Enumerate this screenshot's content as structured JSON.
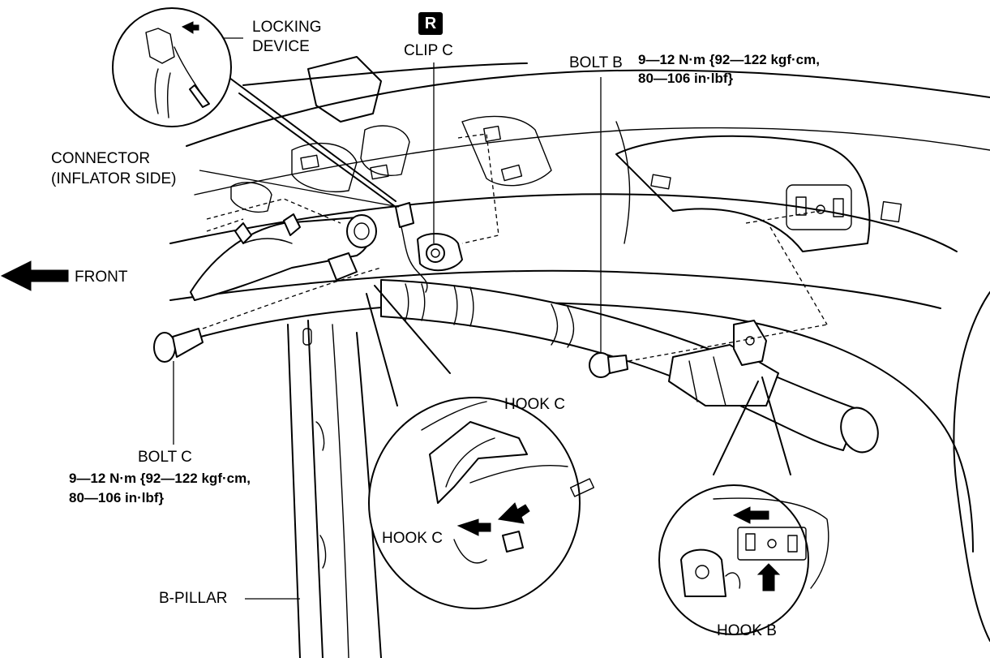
{
  "badge": "R",
  "labels": {
    "locking_device_1": "LOCKING",
    "locking_device_2": "DEVICE",
    "clip_c": "CLIP C",
    "bolt_b": "BOLT B",
    "connector_1": "CONNECTOR",
    "connector_2": "(INFLATOR SIDE)",
    "front": "FRONT",
    "bolt_c": "BOLT C",
    "hook_c_top": "HOOK C",
    "hook_c_bottom": "HOOK C",
    "b_pillar": "B-PILLAR",
    "hook_b": "HOOK B"
  },
  "torque": {
    "bolt_b_1": "9—12 N·m {92—122 kgf·cm,",
    "bolt_b_2": "80—106 in·lbf}",
    "bolt_c_1": "9—12 N·m {92—122 kgf·cm,",
    "bolt_c_2": "80—106 in·lbf}"
  }
}
